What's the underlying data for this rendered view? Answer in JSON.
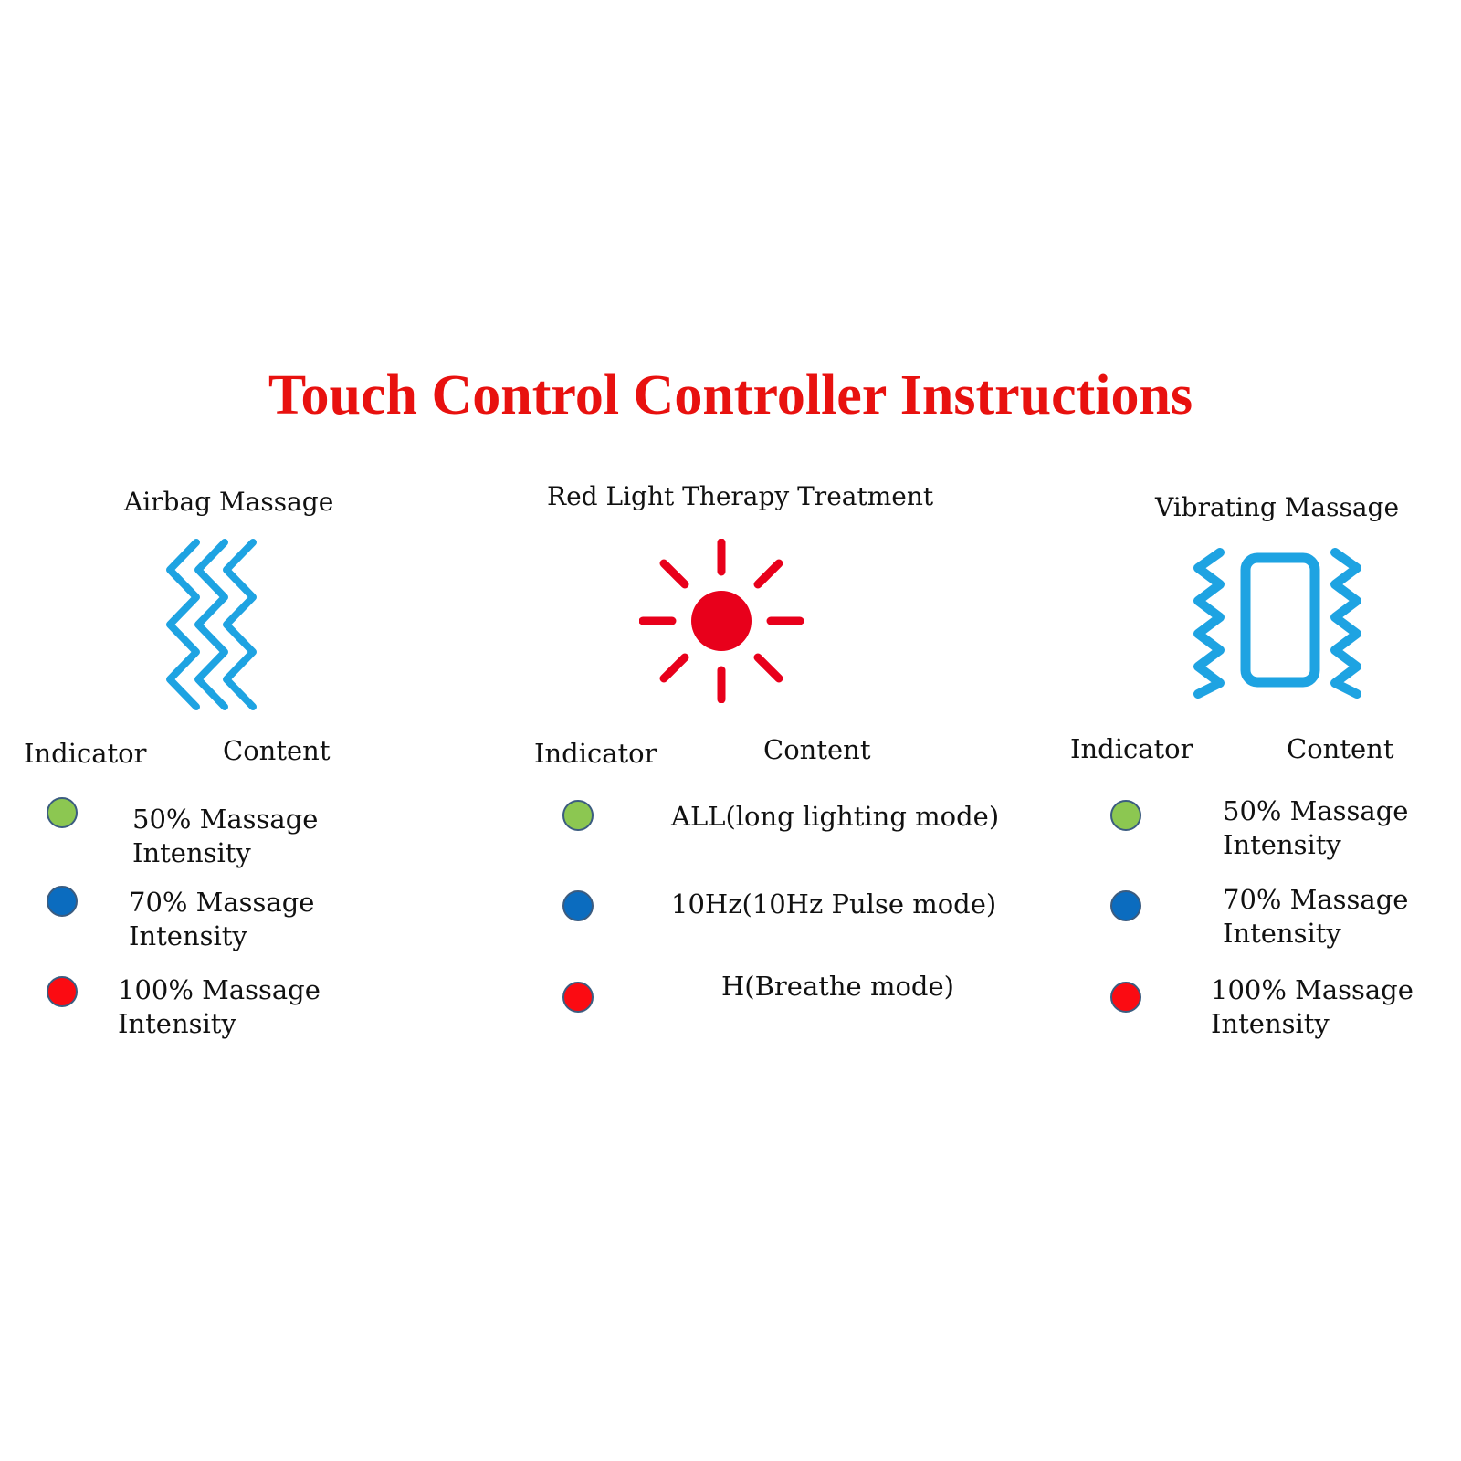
{
  "title": "Touch Control Controller Instructions",
  "colors": {
    "title": "#e8110f",
    "icon_blue": "#1ea3e2",
    "icon_red": "#e8001b",
    "green": "#8cc751",
    "blue": "#0b6cbf",
    "red": "#fb0b12"
  },
  "sections": [
    {
      "title": "Airbag Massage",
      "icon": "wavy-lines-icon",
      "indicator_label": "Indicator",
      "content_label": "Content",
      "rows": [
        {
          "indicator": "green",
          "line1": "50% Massage",
          "line2": "Intensity"
        },
        {
          "indicator": "blue",
          "line1": "70% Massage",
          "line2": "Intensity"
        },
        {
          "indicator": "red",
          "line1": "100% Massage",
          "line2": "Intensity"
        }
      ]
    },
    {
      "title": "Red Light Therapy Treatment",
      "icon": "sun-icon",
      "indicator_label": "Indicator",
      "content_label": "Content",
      "rows": [
        {
          "indicator": "green",
          "line1": "ALL(long lighting mode)"
        },
        {
          "indicator": "blue",
          "line1": "10Hz(10Hz Pulse mode)"
        },
        {
          "indicator": "red",
          "line1": "H(Breathe mode)"
        }
      ]
    },
    {
      "title": "Vibrating Massage",
      "icon": "vibrating-phone-icon",
      "indicator_label": "Indicator",
      "content_label": "Content",
      "rows": [
        {
          "indicator": "green",
          "line1": "50% Massage",
          "line2": "Intensity"
        },
        {
          "indicator": "blue",
          "line1": "70% Massage",
          "line2": "Intensity"
        },
        {
          "indicator": "red",
          "line1": "100% Massage",
          "line2": "Intensity"
        }
      ]
    }
  ]
}
